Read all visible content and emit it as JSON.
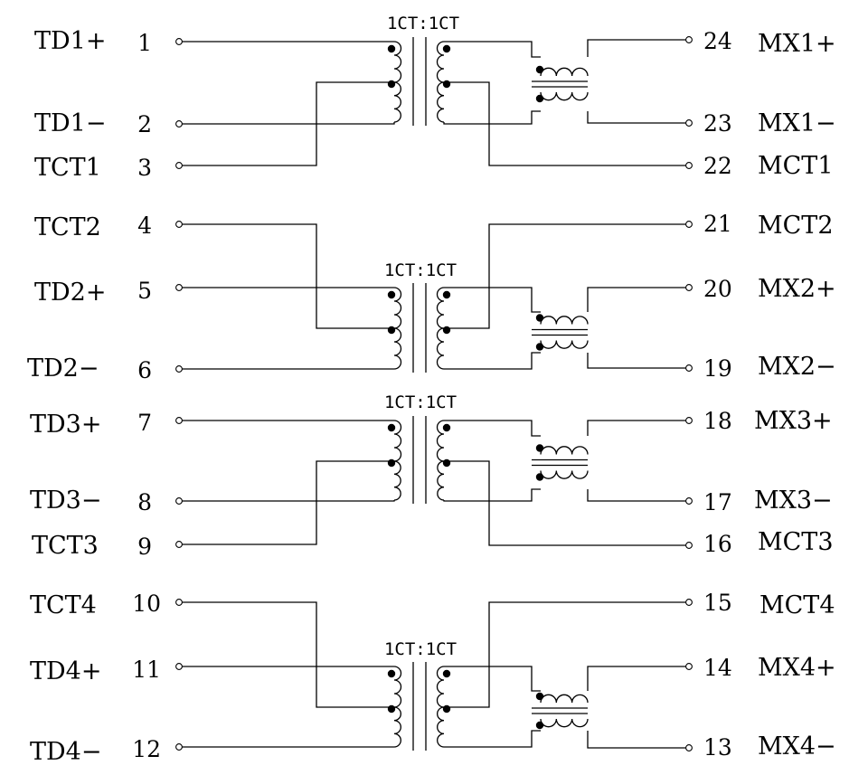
{
  "diagram": {
    "channels": [
      {
        "ratio": "1CT:1CT",
        "left_pins": [
          {
            "signal": "TD1+",
            "number": "1"
          },
          {
            "signal": "TD1−",
            "number": "2"
          },
          {
            "signal": "TCT1",
            "number": "3"
          }
        ],
        "right_pins": [
          {
            "signal": "MX1+",
            "number": "24"
          },
          {
            "signal": "MX1−",
            "number": "23"
          },
          {
            "signal": "MCT1",
            "number": "22"
          }
        ]
      },
      {
        "ratio": "1CT:1CT",
        "left_pins": [
          {
            "signal": "TCT2",
            "number": "4"
          },
          {
            "signal": "TD2+",
            "number": "5"
          },
          {
            "signal": "TD2−",
            "number": "6"
          }
        ],
        "right_pins": [
          {
            "signal": "MCT2",
            "number": "21"
          },
          {
            "signal": "MX2+",
            "number": "20"
          },
          {
            "signal": "MX2−",
            "number": "19"
          }
        ]
      },
      {
        "ratio": "1CT:1CT",
        "left_pins": [
          {
            "signal": "TD3+",
            "number": "7"
          },
          {
            "signal": "TD3−",
            "number": "8"
          },
          {
            "signal": "TCT3",
            "number": "9"
          }
        ],
        "right_pins": [
          {
            "signal": "MX3+",
            "number": "18"
          },
          {
            "signal": "MX3−",
            "number": "17"
          },
          {
            "signal": "MCT3",
            "number": "16"
          }
        ]
      },
      {
        "ratio": "1CT:1CT",
        "left_pins": [
          {
            "signal": "TCT4",
            "number": "10"
          },
          {
            "signal": "TD4+",
            "number": "11"
          },
          {
            "signal": "TD4−",
            "number": "12"
          }
        ],
        "right_pins": [
          {
            "signal": "MCT4",
            "number": "15"
          },
          {
            "signal": "MX4+",
            "number": "14"
          },
          {
            "signal": "MX4−",
            "number": "13"
          }
        ]
      }
    ]
  }
}
